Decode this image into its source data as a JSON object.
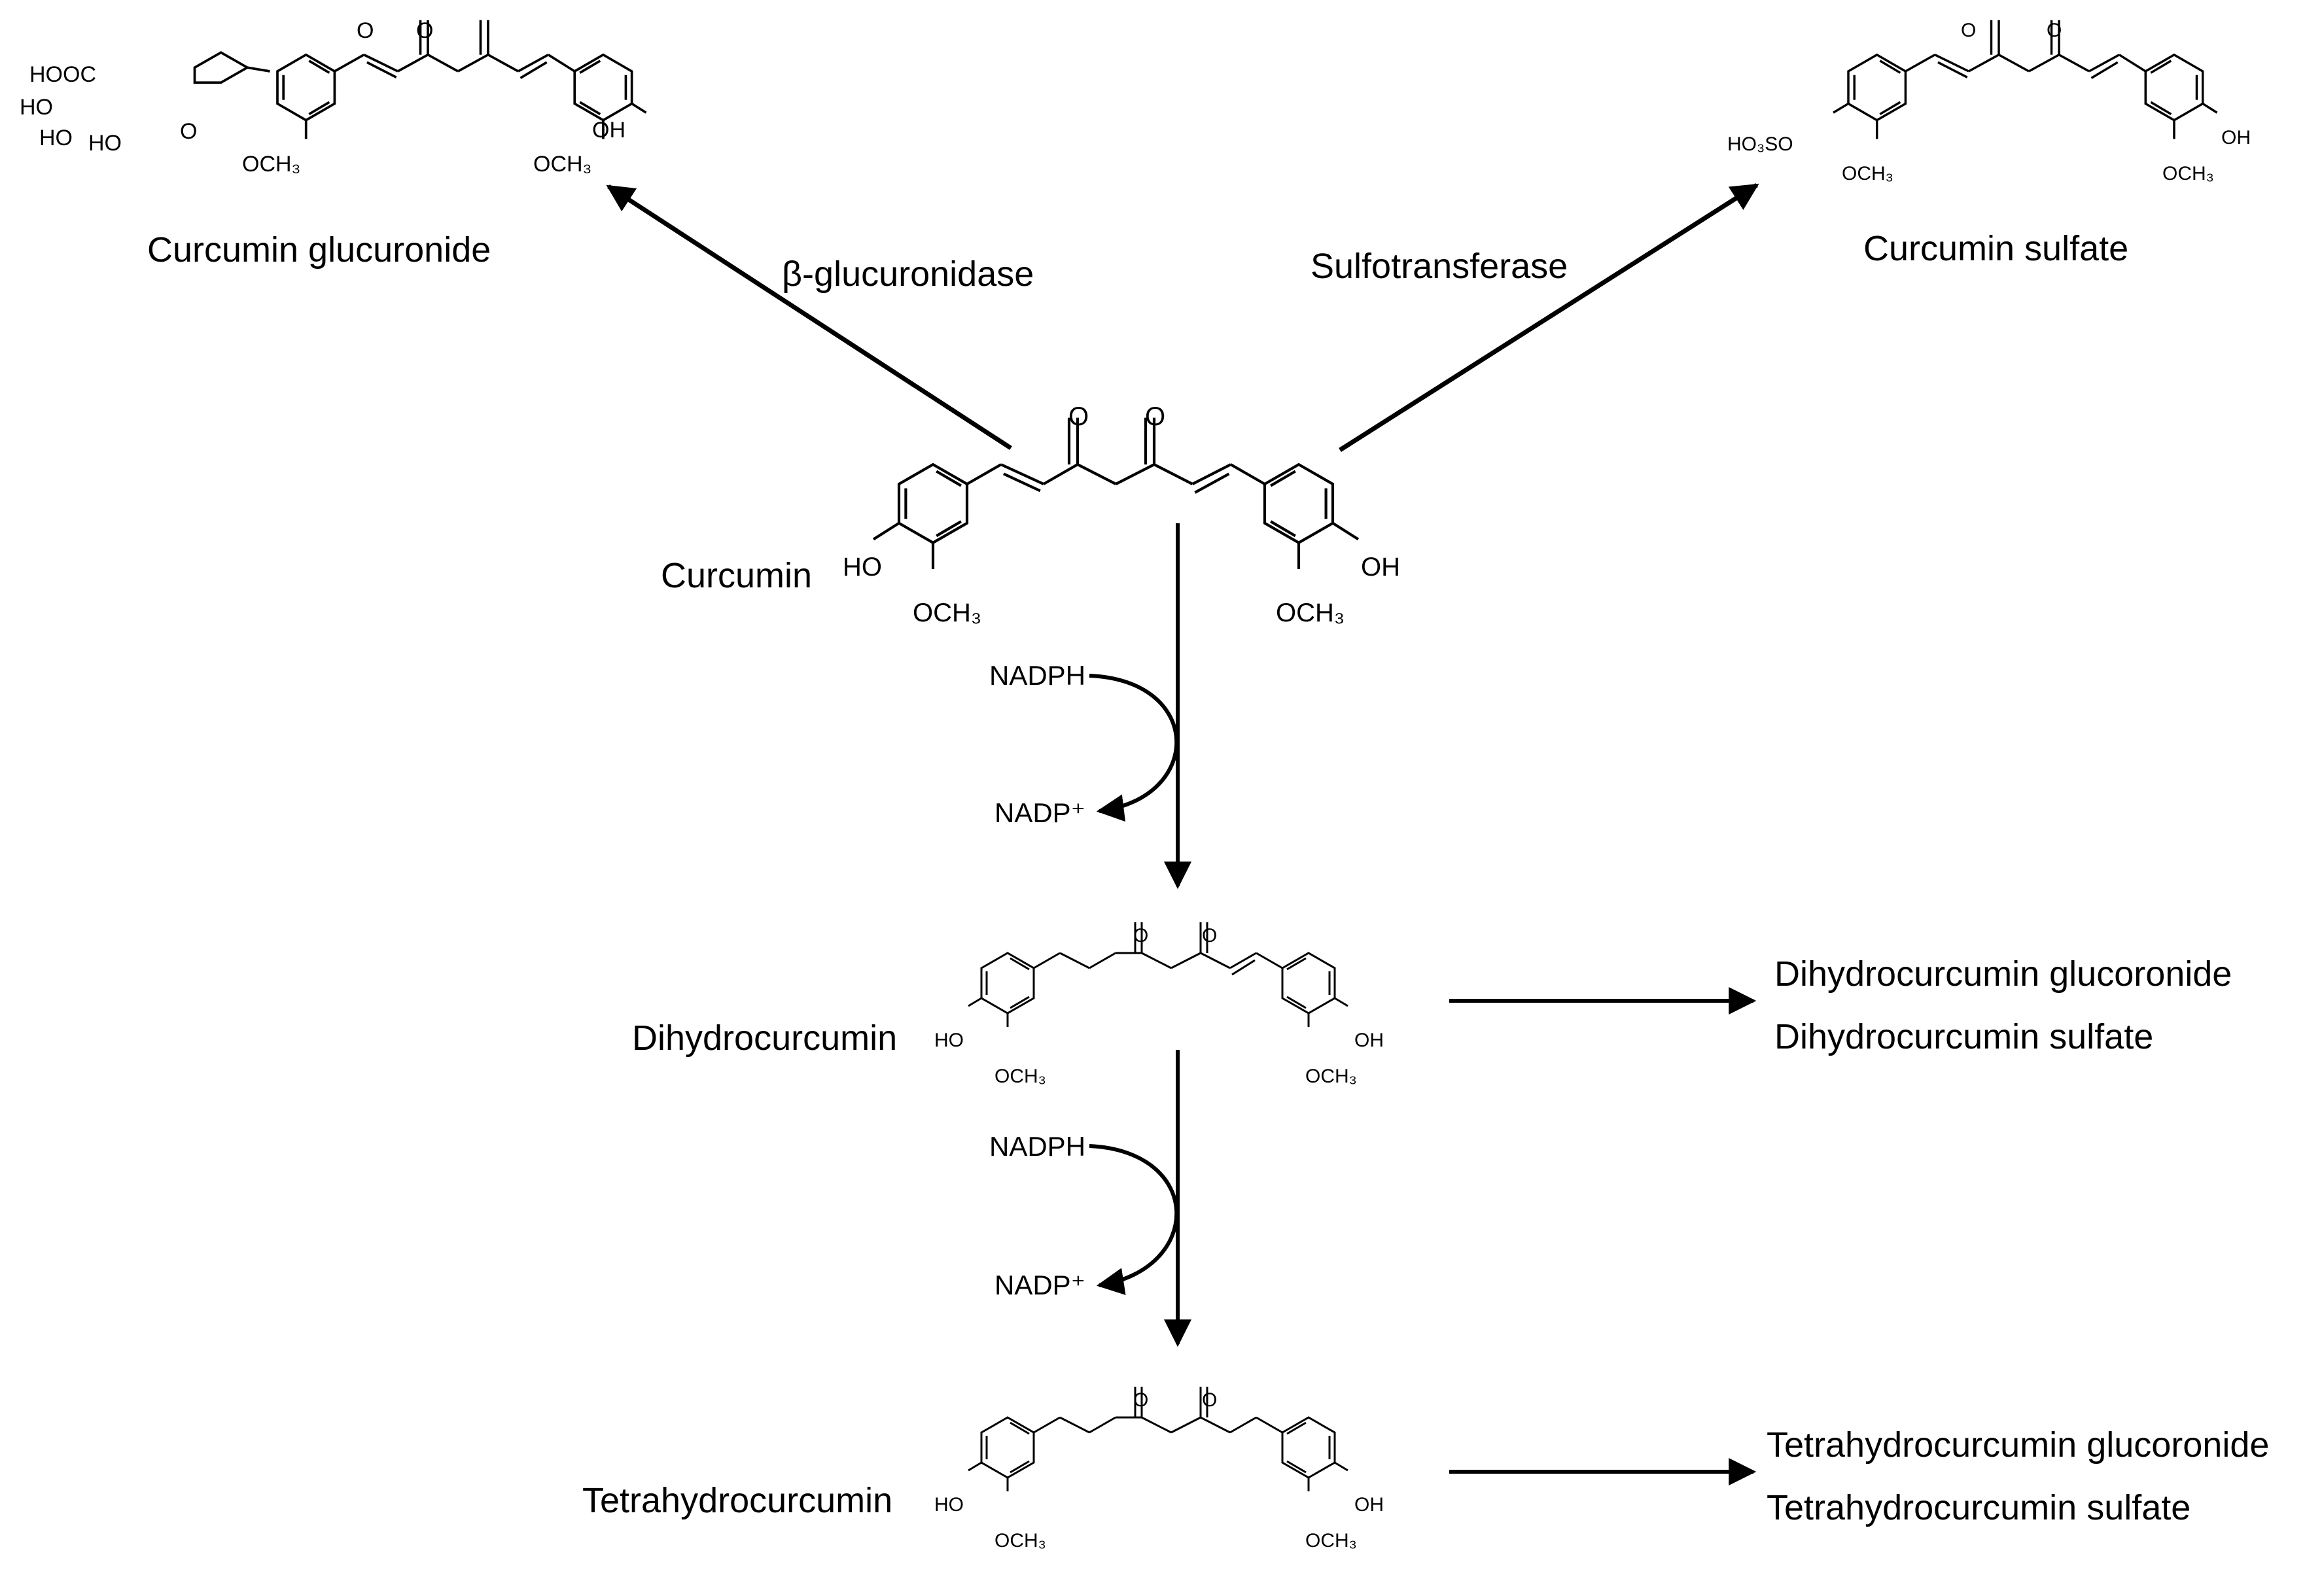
{
  "compounds": {
    "curcumin": "Curcumin",
    "glucuronide": "Curcumin glucuronide",
    "sulfate": "Curcumin sulfate",
    "dihydro": "Dihydrocurcumin",
    "tetrahydro": "Tetrahydrocurcumin"
  },
  "enzymes": {
    "glucuronidase": "β-glucuronidase",
    "sulfotransferase": "Sulfotransferase"
  },
  "cofactors": {
    "nadph_1": "NADPH",
    "nadp_1": "NADP⁺",
    "nadph_2": "NADPH",
    "nadp_2": "NADP⁺"
  },
  "products": {
    "dihydro_glucoronide": "Dihydrocurcumin glucoronide",
    "dihydro_sulfate": "Dihydrocurcumin sulfate",
    "tetrahydro_glucoronide": "Tetrahydrocurcumin glucoronide",
    "tetrahydro_sulfate": "Tetrahydrocurcumin sulfate"
  },
  "atoms": {
    "oxygen": "O",
    "hydroxyl": "OH",
    "hydroxyl_left": "HO",
    "methoxy": "OCH₃",
    "carboxyl": "HOOC",
    "sulfo": "HO₃SO"
  }
}
